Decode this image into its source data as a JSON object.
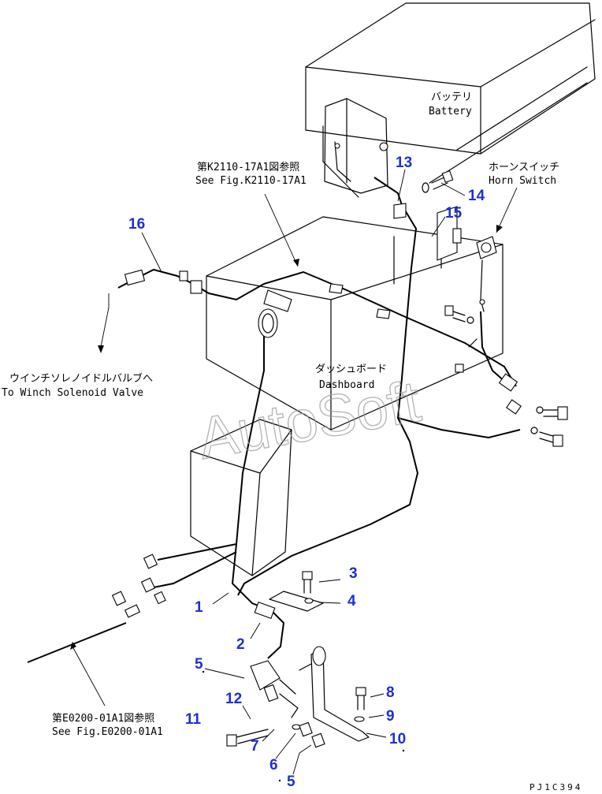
{
  "labels": {
    "battery_ja": "バッテリ",
    "battery_en": "Battery",
    "horn_switch_ja": "ホーンスイッチ",
    "horn_switch_en": "Horn Switch",
    "ref_top_ja": "第K2110-17A1図参照",
    "ref_top_en": "See Fig.K2110-17A1",
    "winch_ja": "ウインチソレノイドルバルブへ",
    "winch_en": "To Winch Solenoid Valve",
    "dashboard_ja": "ダッシュボード",
    "dashboard_en": "Dashboard",
    "ref_bottom_ja": "第E0200-01A1図参照",
    "ref_bottom_en": "See Fig.E0200-01A1",
    "drawing_code": "PJ1C394"
  },
  "watermark": "AutoSoft",
  "callouts": {
    "c13": "13",
    "c14": "14",
    "c15": "15",
    "c16": "16",
    "c1": "1",
    "c2": "2",
    "c3": "3",
    "c4": "4",
    "c5a": "5",
    "c5b": "5",
    "c6": "6",
    "c7": "7",
    "c8": "8",
    "c9": "9",
    "c10": "10",
    "c11": "11",
    "c12": "12"
  },
  "colors": {
    "callout": "#1f2fd1",
    "line": "#000000",
    "watermark": "#9a9a9a"
  }
}
